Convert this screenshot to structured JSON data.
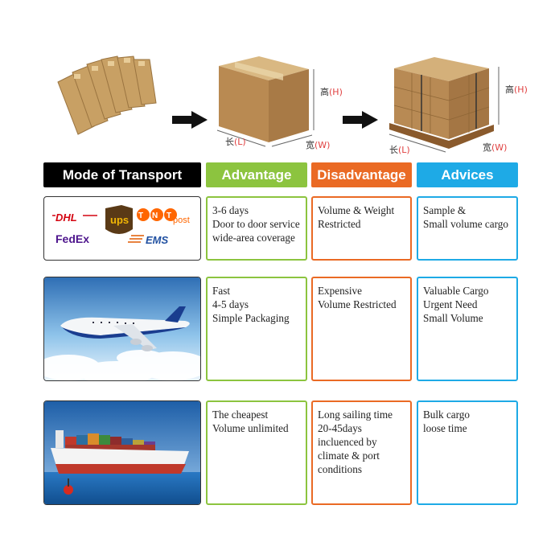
{
  "illustration": {
    "box": {
      "h_cn": "高",
      "h_en": "(H)",
      "l_cn": "长",
      "l_en": "(L)",
      "w_cn": "宽",
      "w_en": "(W)"
    },
    "pallet": {
      "h_cn": "高",
      "h_en": "(H)",
      "l_cn": "长",
      "l_en": "(L)",
      "w_cn": "宽",
      "w_en": "(W)"
    }
  },
  "headers": {
    "mode": "Mode of Transport",
    "advantage": "Advantage",
    "disadvantage": "Disadvantage",
    "advices": "Advices"
  },
  "rows": [
    {
      "logos": {
        "dhl": "DHL",
        "ups": "ups",
        "tnt": "TNT",
        "post": "post",
        "fedex": "FedEx",
        "ems": "EMS"
      },
      "advantage": [
        "3-6 days",
        "Door to door service",
        "wide-area coverage"
      ],
      "disadvantage": [
        "Volume & Weight",
        "Restricted"
      ],
      "advices": [
        "Sample &",
        "Small volume cargo"
      ]
    },
    {
      "advantage": [
        "Fast",
        "4-5 days",
        "Simple Packaging"
      ],
      "disadvantage": [
        "Expensive",
        "Volume Restricted"
      ],
      "advices": [
        "Valuable Cargo",
        "Urgent Need",
        "Small Volume"
      ]
    },
    {
      "advantage": [
        "The cheapest",
        "Volume unlimited"
      ],
      "disadvantage": [
        "Long sailing time",
        "20-45days",
        "incluenced by",
        "climate & port",
        "conditions"
      ],
      "advices": [
        "Bulk cargo",
        "loose time"
      ]
    }
  ],
  "colors": {
    "advantage": "#8cc43f",
    "disadvantage": "#ea6a24",
    "advices": "#1eaae6",
    "mode": "#000000"
  }
}
